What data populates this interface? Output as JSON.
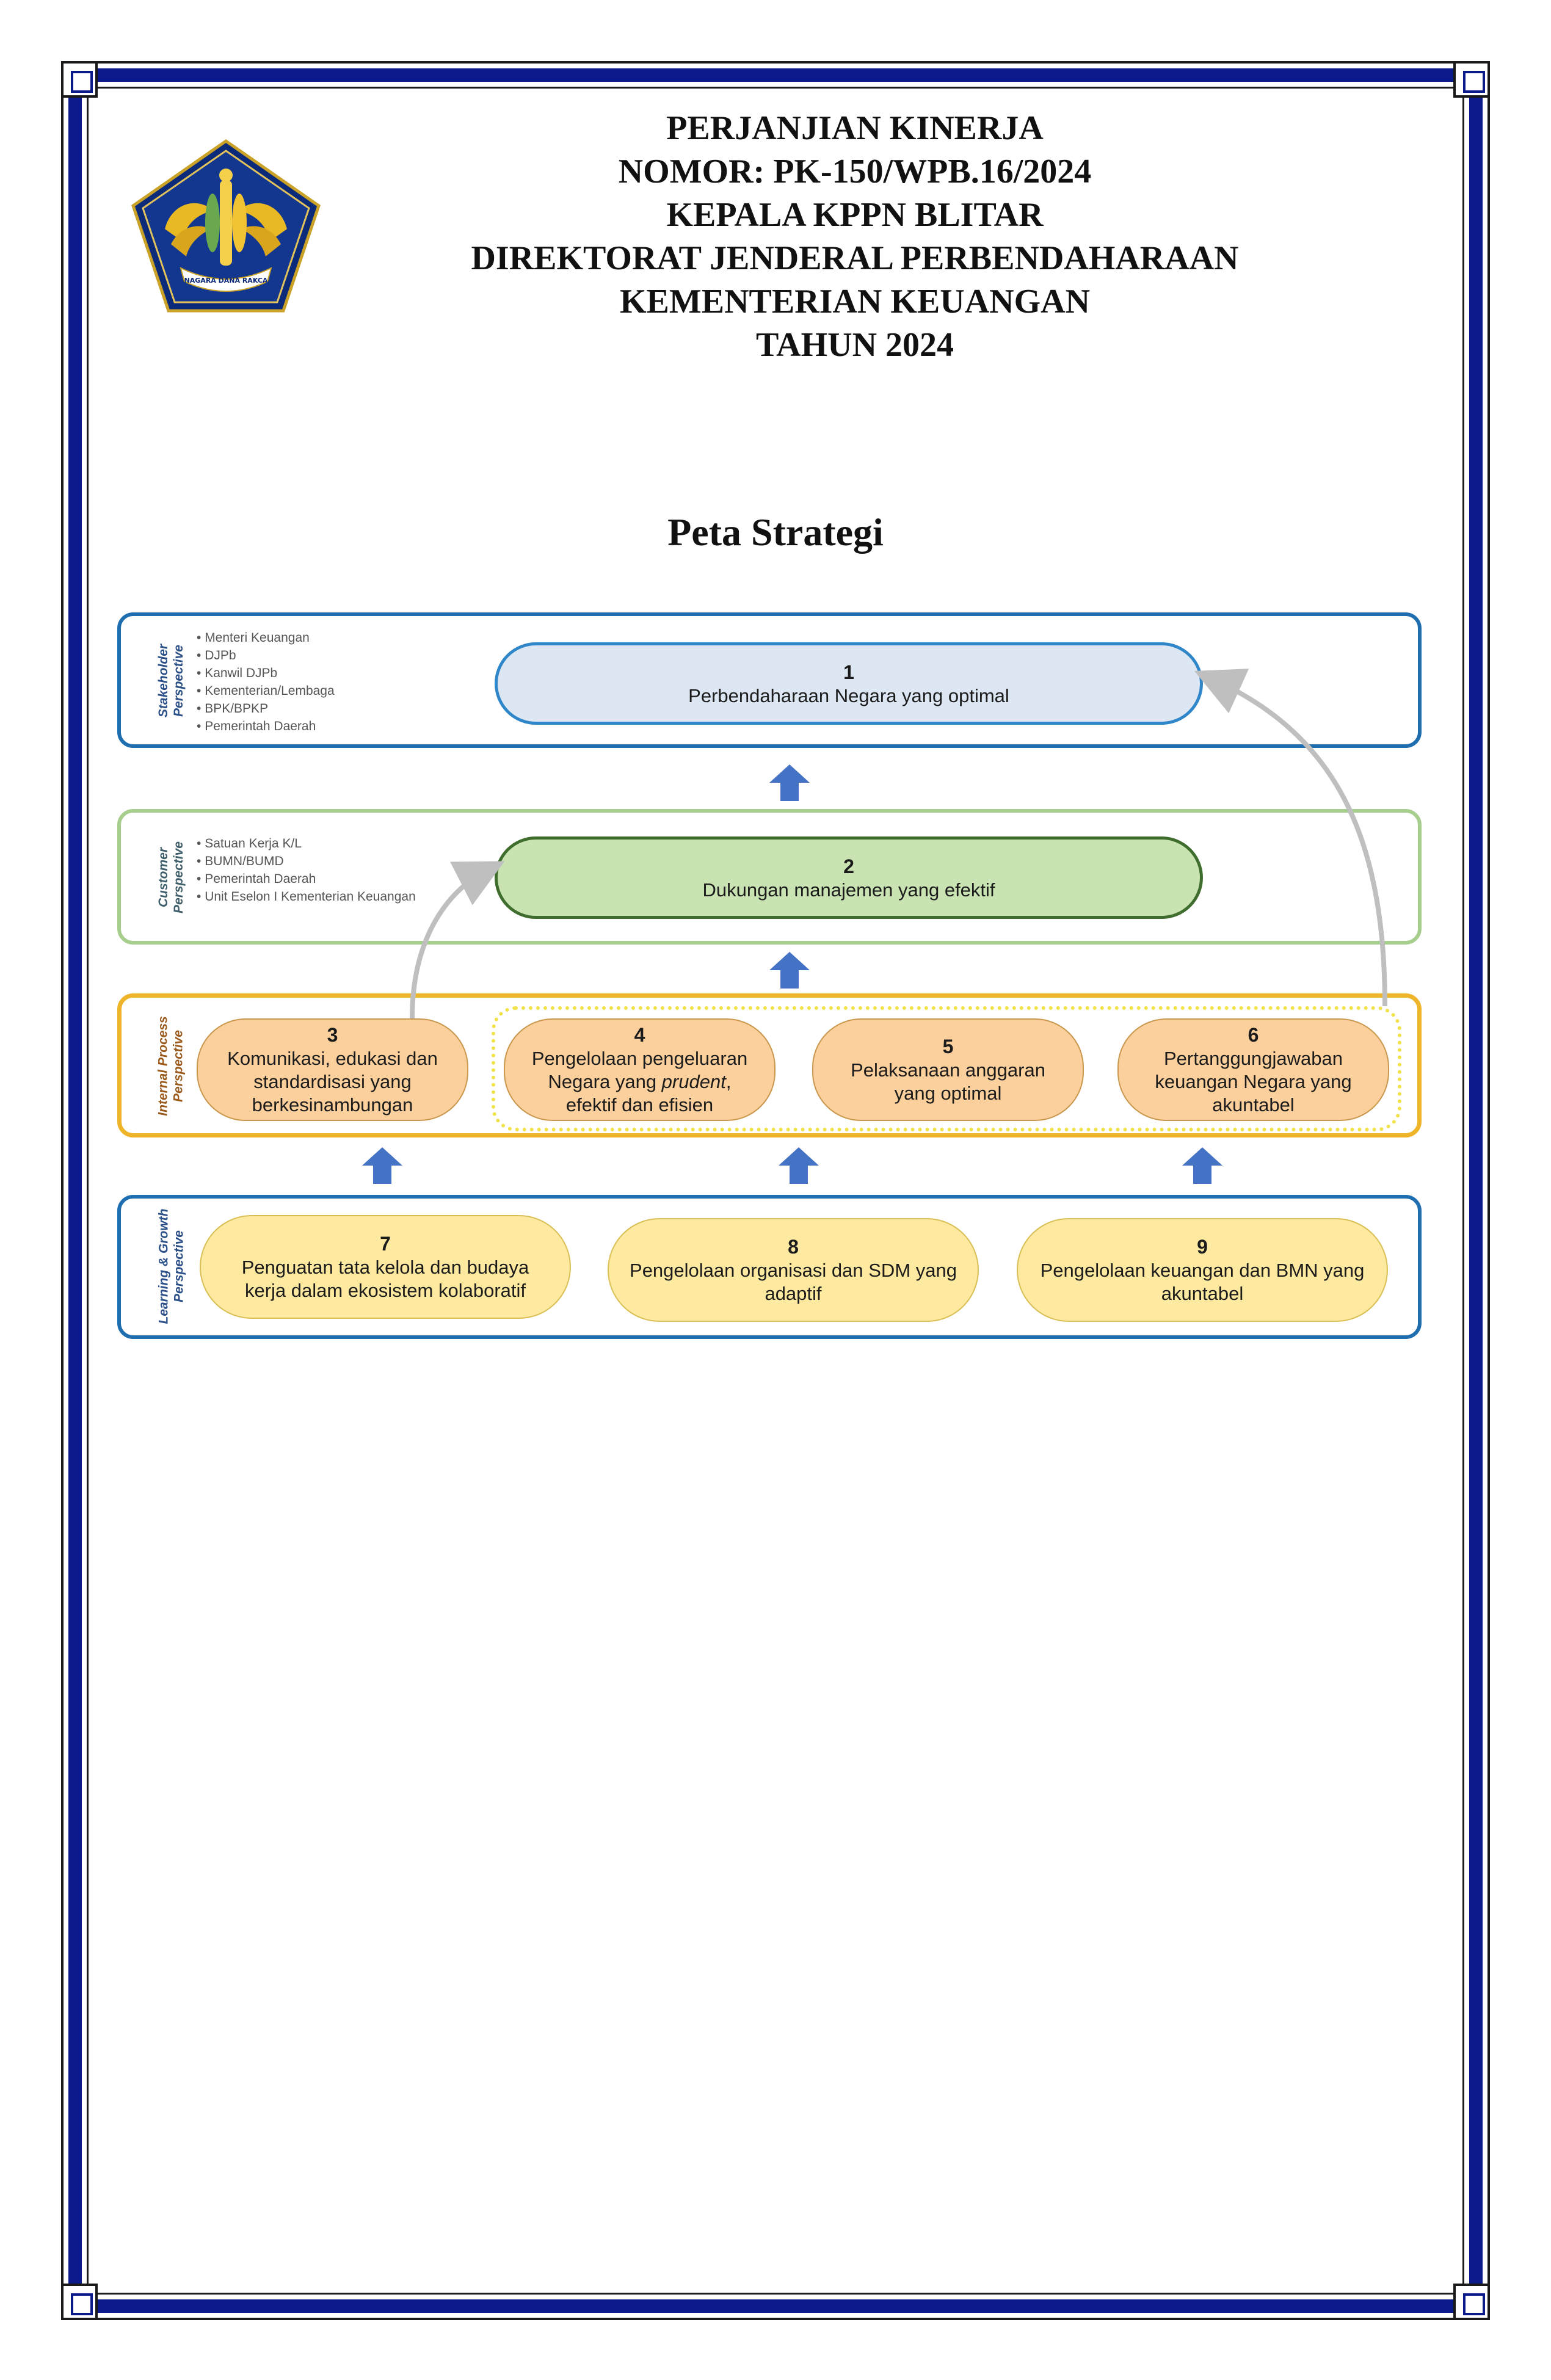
{
  "header": {
    "line1": "PERJANJIAN KINERJA",
    "line2": "NOMOR: PK-150/WPB.16/2024",
    "line3": "KEPALA KPPN BLITAR",
    "line4": "DIREKTORAT JENDERAL PERBENDAHARAAN",
    "line5": "KEMENTERIAN KEUANGAN",
    "line6": "TAHUN 2024"
  },
  "logo": {
    "icon": "kemenkeu-emblem-icon",
    "motto": "NAGARA DANA RAKCA"
  },
  "map_title": "Peta Strategi",
  "colors": {
    "frame_blue": "#0b1a8a",
    "stakeholder_border": "#1f6fb0",
    "customer_border": "#a6cf8e",
    "internal_border": "#efb52a",
    "arrow_blue": "#4472c4",
    "connector_gray": "#bfbfbf"
  },
  "perspectives": {
    "stakeholder": {
      "label_line1": "Stakeholder",
      "label_line2": "Perspective",
      "items": [
        "Menteri Keuangan",
        "DJPb",
        "Kanwil DJPb",
        "Kementerian/Lembaga",
        "BPK/BPKP",
        "Pemerintah Daerah"
      ]
    },
    "customer": {
      "label_line1": "Customer",
      "label_line2": "Perspective",
      "items": [
        "Satuan Kerja K/L",
        "BUMN/BUMD",
        "Pemerintah Daerah",
        "Unit Eselon I Kementerian Keuangan"
      ]
    },
    "internal": {
      "label_line1": "Internal Process",
      "label_line2": "Perspective"
    },
    "learning": {
      "label_line1": "Learning & Growth",
      "label_line2": "Perspective"
    }
  },
  "objectives": {
    "o1": {
      "num": "1",
      "line1": "Perbendaharaan Negara yang optimal"
    },
    "o2": {
      "num": "2",
      "line1": "Dukungan manajemen yang efektif"
    },
    "o3": {
      "num": "3",
      "line1": "Komunikasi, edukasi dan",
      "line2": "standardisasi yang",
      "line3": "berkesinambungan"
    },
    "o4": {
      "num": "4",
      "line1": "Pengelolaan pengeluaran",
      "line2a": "Negara yang ",
      "line2b": "prudent",
      "line2c": ",",
      "line3": "efektif dan efisien"
    },
    "o5": {
      "num": "5",
      "line1": "Pelaksanaan anggaran",
      "line2": "yang optimal"
    },
    "o6": {
      "num": "6",
      "line1": "Pertanggungjawaban",
      "line2": "keuangan Negara yang",
      "line3": "akuntabel"
    },
    "o7": {
      "num": "7",
      "line1": "Penguatan tata kelola dan budaya",
      "line2": "kerja dalam ekosistem kolaboratif"
    },
    "o8": {
      "num": "8",
      "line1": "Pengelolaan organisasi dan SDM yang",
      "line2": "adaptif"
    },
    "o9": {
      "num": "9",
      "line1": "Pengelolaan keuangan dan BMN yang",
      "line2": "akuntabel"
    }
  }
}
